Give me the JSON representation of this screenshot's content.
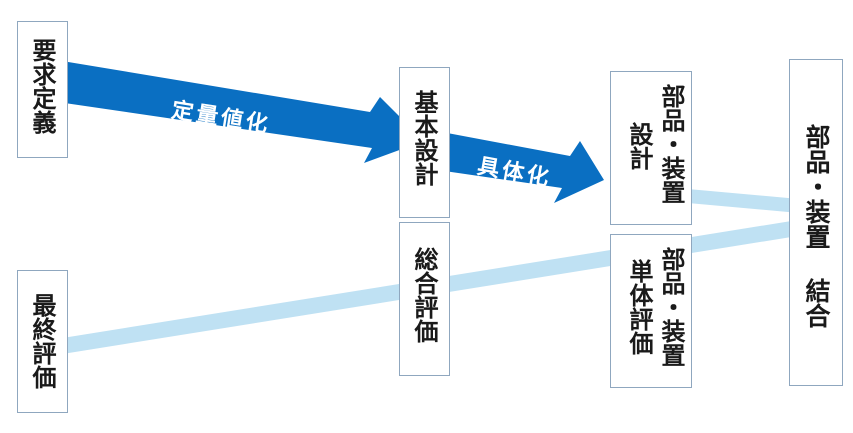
{
  "colors": {
    "main_arrow": "#0a6fc2",
    "sub_arrow": "#bfe1f3",
    "box_border": "#8fa7bf",
    "text": "#1a1a1a"
  },
  "boxes": {
    "requirements": "要求定義",
    "basic_design": "基本設計",
    "part_design_line1": "部品・装置",
    "part_design_line2": "設計",
    "integration_line1": "部品・装置",
    "integration_line2": "結合",
    "unit_eval_line1": "部品・装置",
    "unit_eval_line2": "単体評価",
    "system_eval": "総合評価",
    "final_eval": "最終評価"
  },
  "arrows": {
    "quantify": "定量値化",
    "concretize": "具体化"
  }
}
